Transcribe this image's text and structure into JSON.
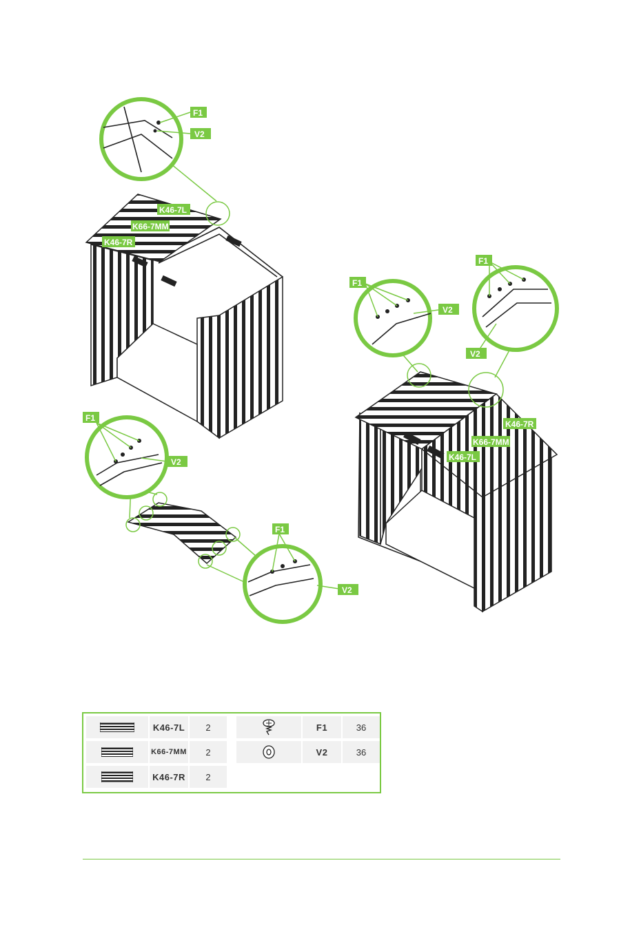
{
  "callouts": {
    "f1": "F1",
    "v2": "V2",
    "k46_7l": "K46-7L",
    "k66_7mm": "K66-7MM",
    "k46_7r": "K46-7R"
  },
  "parts_table": {
    "rows": [
      {
        "part": "K46-7L",
        "qty": "2"
      },
      {
        "part": "K66-7MM",
        "qty": "2"
      },
      {
        "part": "K46-7R",
        "qty": "2"
      }
    ],
    "hardware": [
      {
        "icon": "screw-icon",
        "part": "F1",
        "qty": "36"
      },
      {
        "icon": "washer-icon",
        "part": "V2",
        "qty": "36"
      }
    ]
  },
  "colors": {
    "accent": "#7ac943",
    "ink": "#222222",
    "cell": "#f1f1f1"
  }
}
